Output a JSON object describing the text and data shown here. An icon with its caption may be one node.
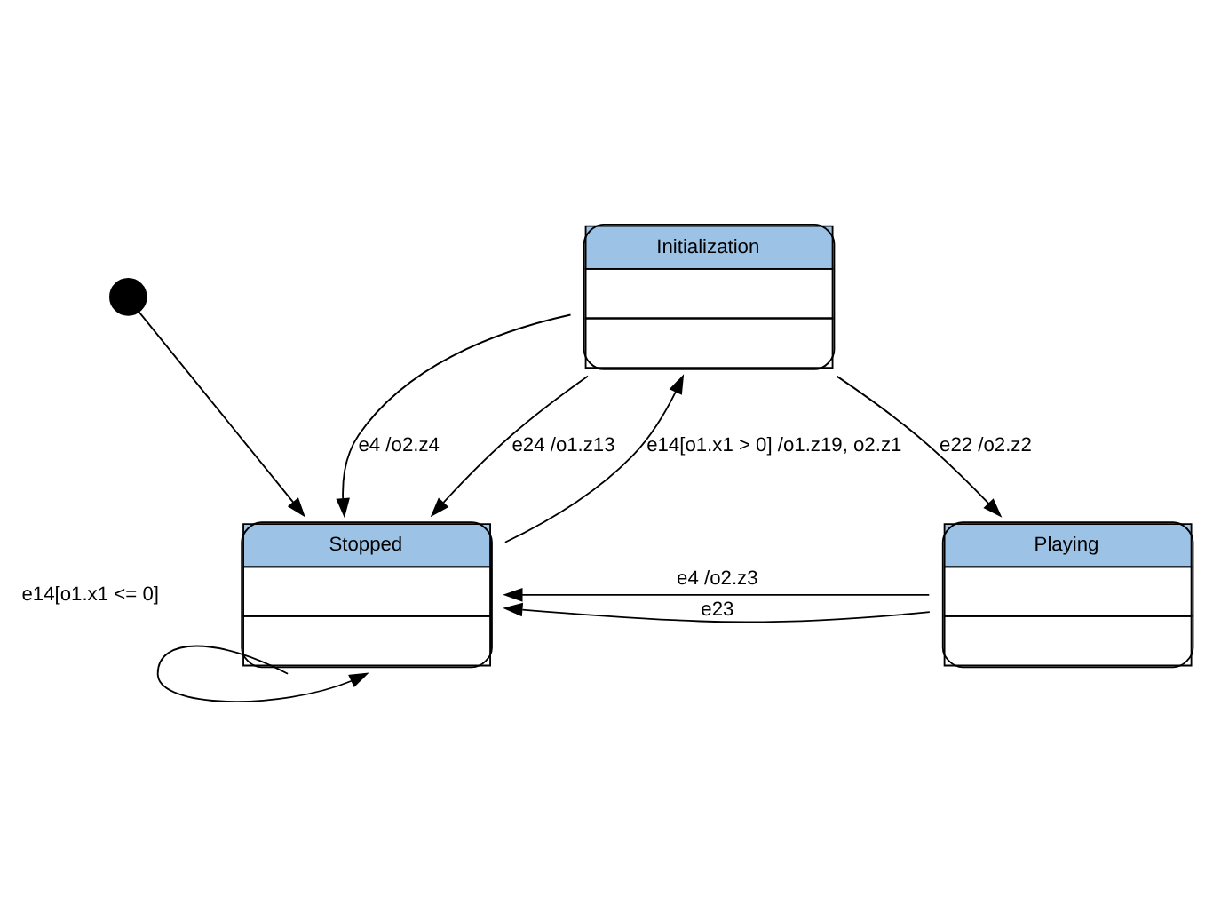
{
  "diagram": {
    "nodes": [
      {
        "text": [],
        "shape": "circle"
      },
      {
        "text": [
          "Initialization"
        ]
      },
      {
        "text": [
          "Stopped"
        ]
      },
      {
        "text": [
          "Playing"
        ]
      }
    ],
    "edges": [
      {
        "from": 0,
        "to": 2,
        "arrow": "to"
      },
      {
        "from": 2,
        "to": 1,
        "arrow": "to",
        "label": "e14[o1.x1 > 0] /o1.z19, o2.z1"
      },
      {
        "from": 1,
        "to": 2,
        "arrow": "to",
        "label": "e4 /o2.z4"
      },
      {
        "from": 1,
        "to": 2,
        "arrow": "to",
        "label": "e24 /o1.z13"
      },
      {
        "from": 1,
        "to": 3,
        "arrow": "to",
        "label": "e22 /o2.z2"
      },
      {
        "from": 3,
        "to": 2,
        "arrow": "to",
        "label": "e4 /o2.z3"
      },
      {
        "from": 3,
        "to": 2,
        "arrow": "to",
        "label": "e23"
      },
      {
        "from": 2,
        "to": 2,
        "arrow": "to",
        "label": "e14[o1.x1 <= 0]"
      }
    ]
  }
}
